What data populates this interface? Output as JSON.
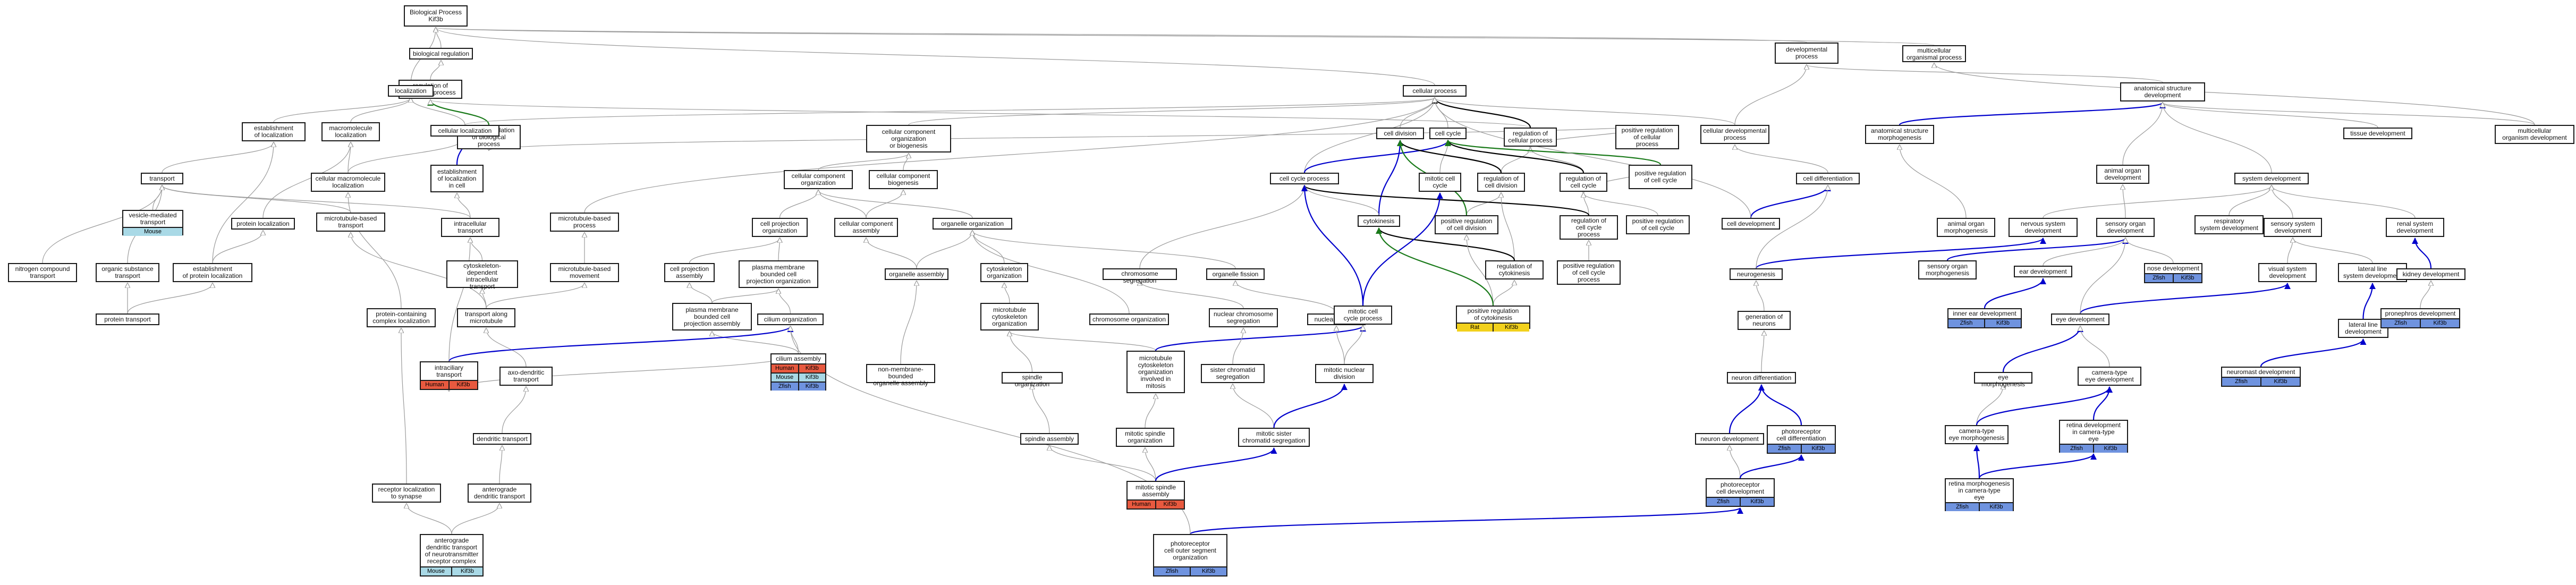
{
  "colors": {
    "human": "#e8593f",
    "mouse": "#a9d9e6",
    "zfish": "#6f93df",
    "rat": "#f2d11c",
    "edge_isa": "#9a9a9a",
    "edge_regulates": "#000000",
    "edge_pos_regulates": "#1a7a1a",
    "edge_part_of": "#0000cc"
  },
  "nodes": [
    {
      "id": "bp",
      "label": "Biological Process\nKif3b"
    },
    {
      "id": "dev_proc",
      "label": "developmental\nprocess"
    },
    {
      "id": "multi_proc",
      "label": "multicellular\norganismal process"
    },
    {
      "id": "bio_reg",
      "label": "biological regulation"
    },
    {
      "id": "reg_bp",
      "label": "regulation of\nbiological process"
    },
    {
      "id": "pos_reg_bp",
      "label": "positive regulation\nof biological\nprocess"
    },
    {
      "id": "localization",
      "label": "localization"
    },
    {
      "id": "cellular_process",
      "label": "cellular process"
    },
    {
      "id": "anat_dev",
      "label": "anatomical structure\ndevelopment"
    },
    {
      "id": "est_loc",
      "label": "establishment\nof localization"
    },
    {
      "id": "macro_loc",
      "label": "macromolecule\nlocalization"
    },
    {
      "id": "cell_loc",
      "label": "cellular localization"
    },
    {
      "id": "cc_org_bio",
      "label": "cellular component\norganization\nor biogenesis"
    },
    {
      "id": "cell_division",
      "label": "cell division"
    },
    {
      "id": "cell_cycle",
      "label": "cell cycle"
    },
    {
      "id": "reg_cell_proc",
      "label": "regulation of\ncellular process"
    },
    {
      "id": "pos_reg_cell_proc",
      "label": "positive regulation\nof cellular\nprocess"
    },
    {
      "id": "cell_dev_proc",
      "label": "cellular developmental\nprocess"
    },
    {
      "id": "anat_morph",
      "label": "anatomical structure\nmorphogenesis"
    },
    {
      "id": "tissue_dev",
      "label": "tissue development"
    },
    {
      "id": "multi_dev",
      "label": "multicellular\norganism development"
    },
    {
      "id": "transport",
      "label": "transport"
    },
    {
      "id": "cell_macro_loc",
      "label": "cellular macromolecule\nlocalization"
    },
    {
      "id": "est_loc_cell",
      "label": "establishment\nof localization\nin cell"
    },
    {
      "id": "cc_org",
      "label": "cellular component\norganization"
    },
    {
      "id": "cc_bio",
      "label": "cellular component\nbiogenesis"
    },
    {
      "id": "cell_cycle_proc",
      "label": "cell cycle process"
    },
    {
      "id": "mitotic_cc",
      "label": "mitotic cell\ncycle"
    },
    {
      "id": "reg_cell_div",
      "label": "regulation of\ncell division"
    },
    {
      "id": "reg_cell_cycle",
      "label": "regulation of\ncell cycle"
    },
    {
      "id": "pos_reg_cell_cycle_a",
      "label": "positive regulation\nof cell cycle"
    },
    {
      "id": "cell_diff",
      "label": "cell differentiation"
    },
    {
      "id": "animal_organ_dev",
      "label": "animal organ\ndevelopment"
    },
    {
      "id": "system_dev",
      "label": "system development"
    },
    {
      "id": "vesicle_transport",
      "label": "vesicle-mediated\ntransport",
      "species": [
        "mouse"
      ]
    },
    {
      "id": "protein_loc",
      "label": "protein localization"
    },
    {
      "id": "mt_transport",
      "label": "microtubule-based\ntransport"
    },
    {
      "id": "intracell_transport",
      "label": "intracellular\ntransport"
    },
    {
      "id": "mt_process",
      "label": "microtubule-based\nprocess"
    },
    {
      "id": "cell_proj_org",
      "label": "cell projection\norganization"
    },
    {
      "id": "cc_assembly",
      "label": "cellular component\nassembly"
    },
    {
      "id": "organelle_org",
      "label": "organelle organization"
    },
    {
      "id": "cytokinesis",
      "label": "cytokinesis"
    },
    {
      "id": "pos_reg_cell_div",
      "label": "positive regulation\nof cell division"
    },
    {
      "id": "reg_cell_cycle_proc",
      "label": "regulation of\ncell cycle\nprocess"
    },
    {
      "id": "pos_reg_cell_cycle_b",
      "label": "positive regulation\nof cell cycle"
    },
    {
      "id": "cell_dev",
      "label": "cell development"
    },
    {
      "id": "animal_organ_morph",
      "label": "animal organ\nmorphogenesis"
    },
    {
      "id": "nervous_dev",
      "label": "nervous system\ndevelopment"
    },
    {
      "id": "sensory_organ_dev",
      "label": "sensory organ\ndevelopment"
    },
    {
      "id": "resp_dev",
      "label": "respiratory\nsystem development"
    },
    {
      "id": "sensory_sys_dev",
      "label": "sensory system\ndevelopment"
    },
    {
      "id": "renal_dev",
      "label": "renal system\ndevelopment"
    },
    {
      "id": "nitrogen_transport",
      "label": "nitrogen compound\ntransport"
    },
    {
      "id": "organic_transport",
      "label": "organic substance\ntransport"
    },
    {
      "id": "est_protein_loc",
      "label": "establishment\nof protein localization"
    },
    {
      "id": "cytoskel_transport",
      "label": "cytoskeleton-dependent\nintracellular\ntransport"
    },
    {
      "id": "mt_movement",
      "label": "microtubule-based\nmovement"
    },
    {
      "id": "cell_proj_assembly",
      "label": "cell projection\nassembly"
    },
    {
      "id": "pm_proj_org",
      "label": "plasma membrane\nbounded cell\nprojection organization"
    },
    {
      "id": "organelle_assembly",
      "label": "organelle assembly"
    },
    {
      "id": "cytoskel_org",
      "label": "cytoskeleton\norganization"
    },
    {
      "id": "chrom_seg",
      "label": "chromosome segregation"
    },
    {
      "id": "organelle_fission",
      "label": "organelle fission"
    },
    {
      "id": "reg_cytokinesis",
      "label": "regulation of\ncytokinesis"
    },
    {
      "id": "pos_reg_cc_proc",
      "label": "positive regulation\nof cell cycle\nprocess"
    },
    {
      "id": "neurogenesis",
      "label": "neurogenesis"
    },
    {
      "id": "sensory_organ_morph",
      "label": "sensory organ\nmorphogenesis"
    },
    {
      "id": "ear_dev",
      "label": "ear development"
    },
    {
      "id": "nose_dev",
      "label": "nose development",
      "species": [
        "zfish",
        "kif3b"
      ]
    },
    {
      "id": "visual_dev",
      "label": "visual system\ndevelopment"
    },
    {
      "id": "lateral_line_sys",
      "label": "lateral line\nsystem development"
    },
    {
      "id": "kidney_dev",
      "label": "kidney development"
    },
    {
      "id": "protein_transport",
      "label": "protein transport"
    },
    {
      "id": "protein_complex_loc",
      "label": "protein-containing\ncomplex localization"
    },
    {
      "id": "transport_along_mt",
      "label": "transport along\nmicrotubule"
    },
    {
      "id": "pm_proj_assembly",
      "label": "plasma membrane\nbounded cell\nprojection assembly"
    },
    {
      "id": "cilium_org",
      "label": "cilium organization"
    },
    {
      "id": "mt_cytoskel_org",
      "label": "microtubule\ncytoskeleton\norganization"
    },
    {
      "id": "chrom_org",
      "label": "chromosome organization"
    },
    {
      "id": "nuclear_chrom_seg",
      "label": "nuclear chromosome\nsegregation"
    },
    {
      "id": "nuclear_division",
      "label": "nuclear division"
    },
    {
      "id": "mitotic_cc_proc",
      "label": "mitotic cell\ncycle process"
    },
    {
      "id": "pos_reg_cytokinesis",
      "label": "positive regulation\nof cytokinesis",
      "species": [
        "rat",
        "kif3b"
      ]
    },
    {
      "id": "gen_neurons",
      "label": "generation of\nneurons"
    },
    {
      "id": "inner_ear_dev",
      "label": "inner ear development",
      "species": [
        "zfish",
        "kif3b"
      ]
    },
    {
      "id": "eye_dev",
      "label": "eye development"
    },
    {
      "id": "lateral_line_dev",
      "label": "lateral line\ndevelopment"
    },
    {
      "id": "pronephros_dev",
      "label": "pronephros development",
      "species": [
        "zfish",
        "kif3b"
      ]
    },
    {
      "id": "axo_transport",
      "label": "axo-dendritic\ntransport"
    },
    {
      "id": "anterograde_transport",
      "label": "anterograde\ndendritic transport\nof neurotransmitter\nreceptor complex",
      "species": [
        "mouse",
        "kif3b"
      ]
    },
    {
      "id": "cilium_assembly",
      "label": "cilium assembly",
      "species3": [
        "human",
        "kif3b",
        "mouse",
        "kif3b",
        "zfish",
        "kif3b"
      ]
    },
    {
      "id": "non_membrane_assembly",
      "label": "non-membrane-bounded\norganelle assembly"
    },
    {
      "id": "mt_cytoskel_mitosis",
      "label": "microtubule\ncytoskeleton\norganization\ninvolved in\nmitosis"
    },
    {
      "id": "sister_chromatid_seg",
      "label": "sister chromatid\nsegregation"
    },
    {
      "id": "mitotic_nuclear_div",
      "label": "mitotic nuclear\ndivision"
    },
    {
      "id": "neuron_diff",
      "label": "neuron differentiation"
    },
    {
      "id": "eye_morph",
      "label": "eye morphogenesis"
    },
    {
      "id": "camera_eye_dev",
      "label": "camera-type\neye development"
    },
    {
      "id": "neuromast_dev",
      "label": "neuromast development",
      "species": [
        "zfish",
        "kif3b"
      ]
    },
    {
      "id": "intraciliary_transport",
      "label": "intraciliary\ntransport",
      "species": [
        "human",
        "kif3b"
      ]
    },
    {
      "id": "spindle_org",
      "label": "spindle organization"
    },
    {
      "id": "spindle_assembly",
      "label": "spindle assembly"
    },
    {
      "id": "mitotic_spindle_org",
      "label": "mitotic spindle\norganization"
    },
    {
      "id": "mitotic_sister_seg",
      "label": "mitotic sister\nchromatid segregation"
    },
    {
      "id": "neuron_dev",
      "label": "neuron development"
    },
    {
      "id": "photoreceptor_diff",
      "label": "photoreceptor\ncell differentiation",
      "species": [
        "zfish",
        "kif3b"
      ]
    },
    {
      "id": "camera_eye_morph",
      "label": "camera-type\neye morphogenesis"
    },
    {
      "id": "retina_dev",
      "label": "retina development\nin camera-type\neye",
      "species": [
        "zfish",
        "kif3b"
      ]
    },
    {
      "id": "dendritic_transport",
      "label": "dendritic transport"
    },
    {
      "id": "anterograde_dendritic",
      "label": "anterograde\ndendritic transport"
    },
    {
      "id": "receptor_loc",
      "label": "receptor localization\nto synapse"
    },
    {
      "id": "mitotic_spindle_assembly",
      "label": "mitotic spindle\nassembly",
      "species": [
        "human",
        "kif3b"
      ]
    },
    {
      "id": "photoreceptor_dev",
      "label": "photoreceptor\ncell development",
      "species": [
        "zfish",
        "kif3b"
      ]
    },
    {
      "id": "retina_morph",
      "label": "retina morphogenesis\nin camera-type\neye",
      "species": [
        "zfish",
        "kif3b"
      ]
    },
    {
      "id": "outer_segment_org",
      "label": "photoreceptor\ncell outer segment\norganization",
      "species": [
        "zfish",
        "kif3b"
      ]
    },
    {
      "id": "cilium_org_b",
      "label": "cell cycle process"
    }
  ],
  "species_labels": {
    "human": "Human",
    "mouse": "Mouse",
    "zfish": "Zfish",
    "rat": "Rat",
    "kif3b": "Kif3b"
  }
}
